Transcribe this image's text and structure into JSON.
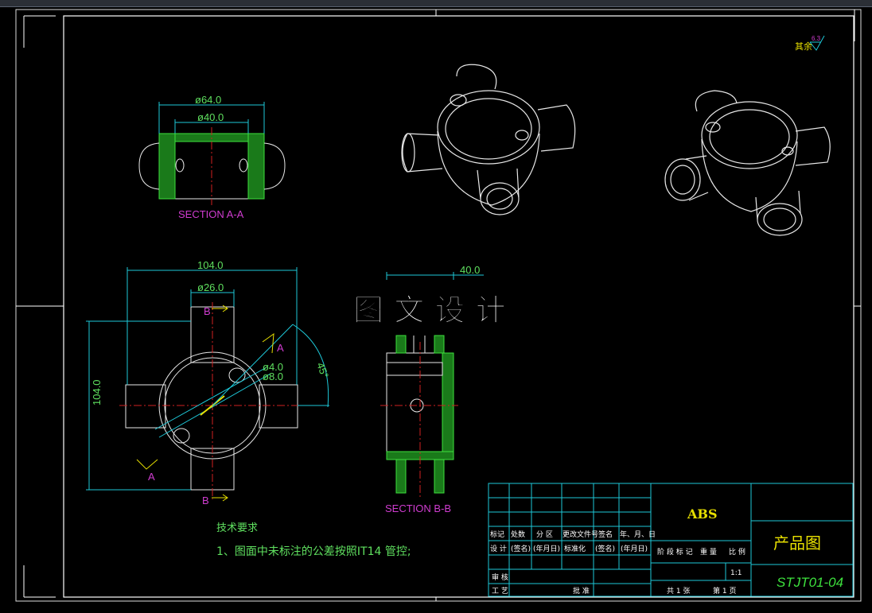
{
  "watermark": "图 文 设 计",
  "roughness_note": "其余",
  "roughness_value": "6.3",
  "section_aa": {
    "label": "SECTION A-A",
    "dim_outer": "ø64.0",
    "dim_inner": "ø40.0"
  },
  "front_view": {
    "dim_width": "104.0",
    "dim_hole": "ø26.0",
    "dim_height": "104.0",
    "angle": "45°",
    "mark_a": "A",
    "mark_b": "B",
    "small1": "ø4.0",
    "small2": "ø8.0"
  },
  "section_bb": {
    "label": "SECTION B-B",
    "dim_width": "40.0"
  },
  "tech": {
    "title": "技术要求",
    "line1": "1、图面中未标注的公差按照IT14 管控;"
  },
  "title_block": {
    "material": "ABS",
    "name": "产品图",
    "code": "STJT01-04",
    "scale": "1:1",
    "row1": [
      "标记",
      "处数",
      "分 区",
      "更改文件号",
      "签名",
      "年、月、日"
    ],
    "row2": [
      "设 计",
      "(签名)",
      "(年月日)",
      "标准化",
      "(签名)",
      "(年月日)"
    ],
    "row_stage": [
      "阶 段 标 记",
      "重 量",
      "比 例"
    ],
    "row_review": "审 核",
    "row_craft": "工 艺",
    "row_approve": "批 准",
    "sheets_total": "共 1 张",
    "sheet_no": "第 1 页"
  }
}
